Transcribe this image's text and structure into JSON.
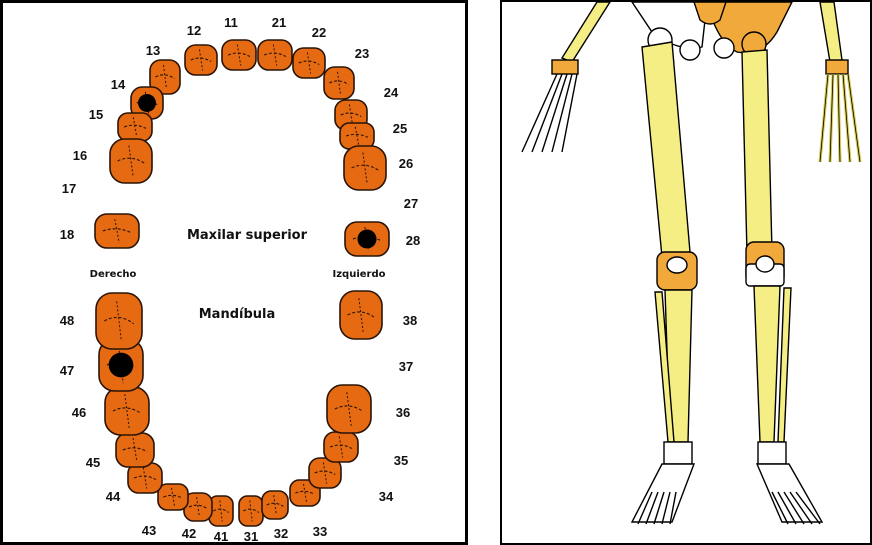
{
  "dental_chart": {
    "label_maxilar": "Maxilar superior",
    "label_mandibula": "Mandíbula",
    "label_derecho": "Derecho",
    "label_izquierdo": "Izquierdo",
    "tooth_color": "#e56a12",
    "cavity_color": "#000000",
    "teeth": [
      {
        "number": "11",
        "present": true,
        "cavity": false
      },
      {
        "number": "12",
        "present": true,
        "cavity": false
      },
      {
        "number": "13",
        "present": true,
        "cavity": false
      },
      {
        "number": "14",
        "present": true,
        "cavity": true
      },
      {
        "number": "15",
        "present": true,
        "cavity": false
      },
      {
        "number": "16",
        "present": true,
        "cavity": false
      },
      {
        "number": "17",
        "present": false,
        "cavity": false
      },
      {
        "number": "18",
        "present": true,
        "cavity": false
      },
      {
        "number": "21",
        "present": true,
        "cavity": false
      },
      {
        "number": "22",
        "present": true,
        "cavity": false
      },
      {
        "number": "23",
        "present": true,
        "cavity": false
      },
      {
        "number": "24",
        "present": true,
        "cavity": false
      },
      {
        "number": "25",
        "present": true,
        "cavity": false
      },
      {
        "number": "26",
        "present": true,
        "cavity": false
      },
      {
        "number": "27",
        "present": false,
        "cavity": false
      },
      {
        "number": "28",
        "present": true,
        "cavity": true
      },
      {
        "number": "31",
        "present": true,
        "cavity": false
      },
      {
        "number": "32",
        "present": true,
        "cavity": false
      },
      {
        "number": "33",
        "present": true,
        "cavity": false
      },
      {
        "number": "34",
        "present": true,
        "cavity": false
      },
      {
        "number": "35",
        "present": true,
        "cavity": false
      },
      {
        "number": "36",
        "present": true,
        "cavity": false
      },
      {
        "number": "37",
        "present": false,
        "cavity": false
      },
      {
        "number": "38",
        "present": true,
        "cavity": false
      },
      {
        "number": "41",
        "present": true,
        "cavity": false
      },
      {
        "number": "42",
        "present": true,
        "cavity": false
      },
      {
        "number": "43",
        "present": true,
        "cavity": false
      },
      {
        "number": "44",
        "present": true,
        "cavity": false
      },
      {
        "number": "45",
        "present": true,
        "cavity": false
      },
      {
        "number": "46",
        "present": true,
        "cavity": false
      },
      {
        "number": "47",
        "present": true,
        "cavity": true
      },
      {
        "number": "48",
        "present": true,
        "cavity": false
      }
    ]
  },
  "skeleton_diagram": {
    "bone_color": "#f5ee84",
    "highlight_color": "#f2a93b",
    "outline_color": "#000000"
  }
}
